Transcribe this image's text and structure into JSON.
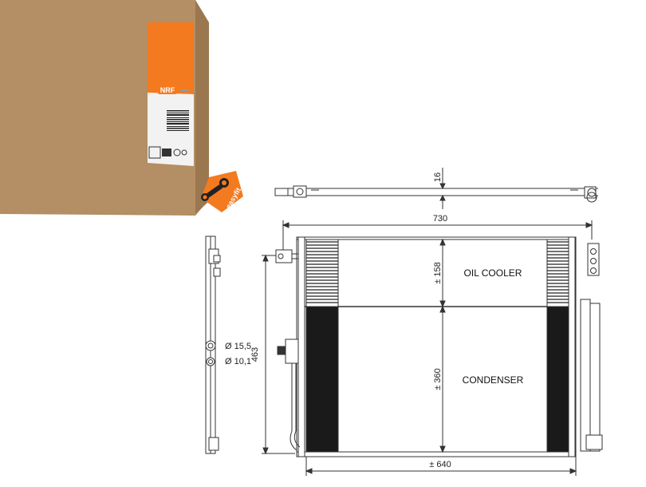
{
  "box": {
    "brand_label": "NRF"
  },
  "badge": {
    "text": "easyfit",
    "color": "#f47a20"
  },
  "drawing": {
    "top_thickness": "16",
    "overall_width": "730",
    "overall_height": "463",
    "oil_cooler_height": "± 158",
    "condenser_height": "± 360",
    "core_width": "± 640",
    "port_large": "Ø 15,5",
    "port_small": "Ø 10,1",
    "oil_cooler_label": "OIL COOLER",
    "condenser_label": "CONDENSER"
  },
  "colors": {
    "cardboard": "#b48e64",
    "cardboard_dark": "#9c7853",
    "accent_orange": "#f47a20",
    "line": "#333333"
  }
}
